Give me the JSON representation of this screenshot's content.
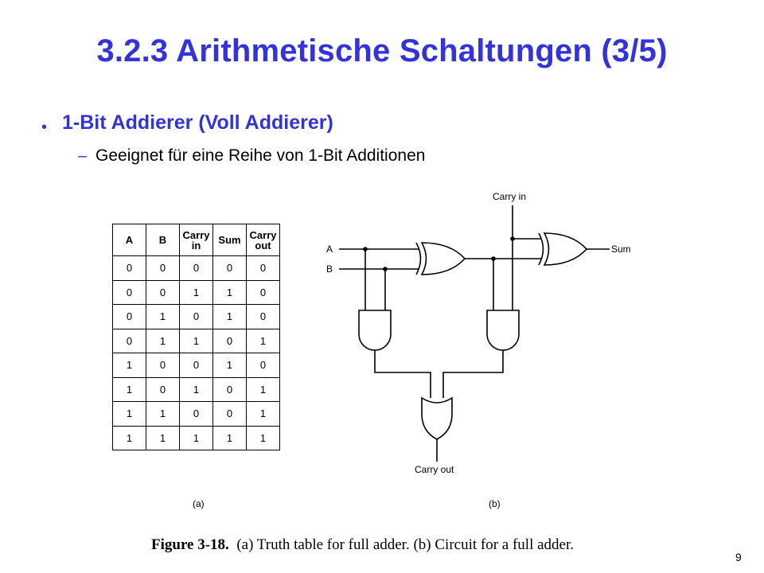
{
  "slide": {
    "title": "3.2.3  Arithmetische Schaltungen (3/5)",
    "bullet_marker": "•",
    "bullet": "1-Bit Addierer (Voll Addierer)",
    "sub_marker": "–",
    "sub_bullet": "Geeignet für eine Reihe von 1-Bit Additionen",
    "page_number": "9"
  },
  "truth_table": {
    "headers": [
      "A",
      "B",
      "Carry in",
      "Sum",
      "Carry out"
    ],
    "header_lines": [
      [
        "A"
      ],
      [
        "B"
      ],
      [
        "Carry",
        "in"
      ],
      [
        "Sum"
      ],
      [
        "Carry",
        "out"
      ]
    ],
    "rows": [
      [
        "0",
        "0",
        "0",
        "0",
        "0"
      ],
      [
        "0",
        "0",
        "1",
        "1",
        "0"
      ],
      [
        "0",
        "1",
        "0",
        "1",
        "0"
      ],
      [
        "0",
        "1",
        "1",
        "0",
        "1"
      ],
      [
        "1",
        "0",
        "0",
        "1",
        "0"
      ],
      [
        "1",
        "0",
        "1",
        "0",
        "1"
      ],
      [
        "1",
        "1",
        "0",
        "0",
        "1"
      ],
      [
        "1",
        "1",
        "1",
        "1",
        "1"
      ]
    ]
  },
  "circuit": {
    "input_a": "A",
    "input_b": "B",
    "carry_in": "Carry in",
    "sum": "Sum",
    "carry_out": "Carry out"
  },
  "figure": {
    "label_a": "(a)",
    "label_b": "(b)",
    "caption_number": "Figure 3-18.",
    "caption_text": "(a) Truth table for full adder. (b) Circuit for a full adder."
  }
}
